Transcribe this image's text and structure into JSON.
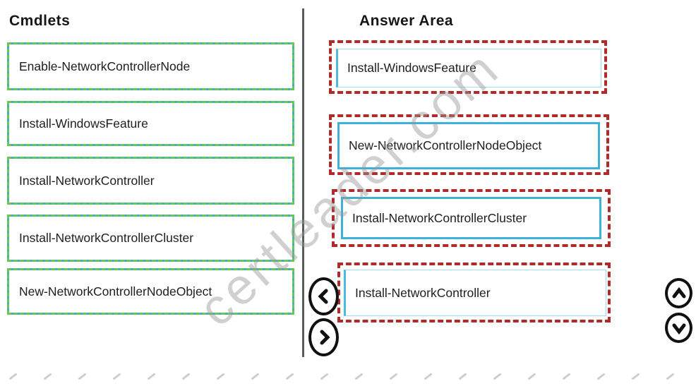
{
  "left_panel": {
    "title": "Cmdlets",
    "items": [
      {
        "label": "Enable-NetworkControllerNode"
      },
      {
        "label": "Install-WindowsFeature"
      },
      {
        "label": "Install-NetworkController"
      },
      {
        "label": "Install-NetworkControllerCluster"
      },
      {
        "label": "New-NetworkControllerNodeObject"
      }
    ]
  },
  "answer_panel": {
    "title": "Answer Area",
    "slots": [
      {
        "label": "Install-WindowsFeature"
      },
      {
        "label": "New-NetworkControllerNodeObject"
      },
      {
        "label": "Install-NetworkControllerCluster"
      },
      {
        "label": "Install-NetworkController"
      }
    ]
  },
  "controls": {
    "move_left": "chevron-left",
    "move_right": "chevron-right",
    "move_up": "chevron-up",
    "move_down": "chevron-down"
  },
  "watermark": {
    "text": "certleader.com"
  },
  "colors": {
    "cmdlet_border_teal": "#35b4c5",
    "cmdlet_dash_green": "#6ec45a",
    "answer_dash_red": "#b12a2a",
    "answer_inner_cyan": "#3fb0d8",
    "divider_gray": "#5a5a5a",
    "watermark_gray": "#969696"
  }
}
